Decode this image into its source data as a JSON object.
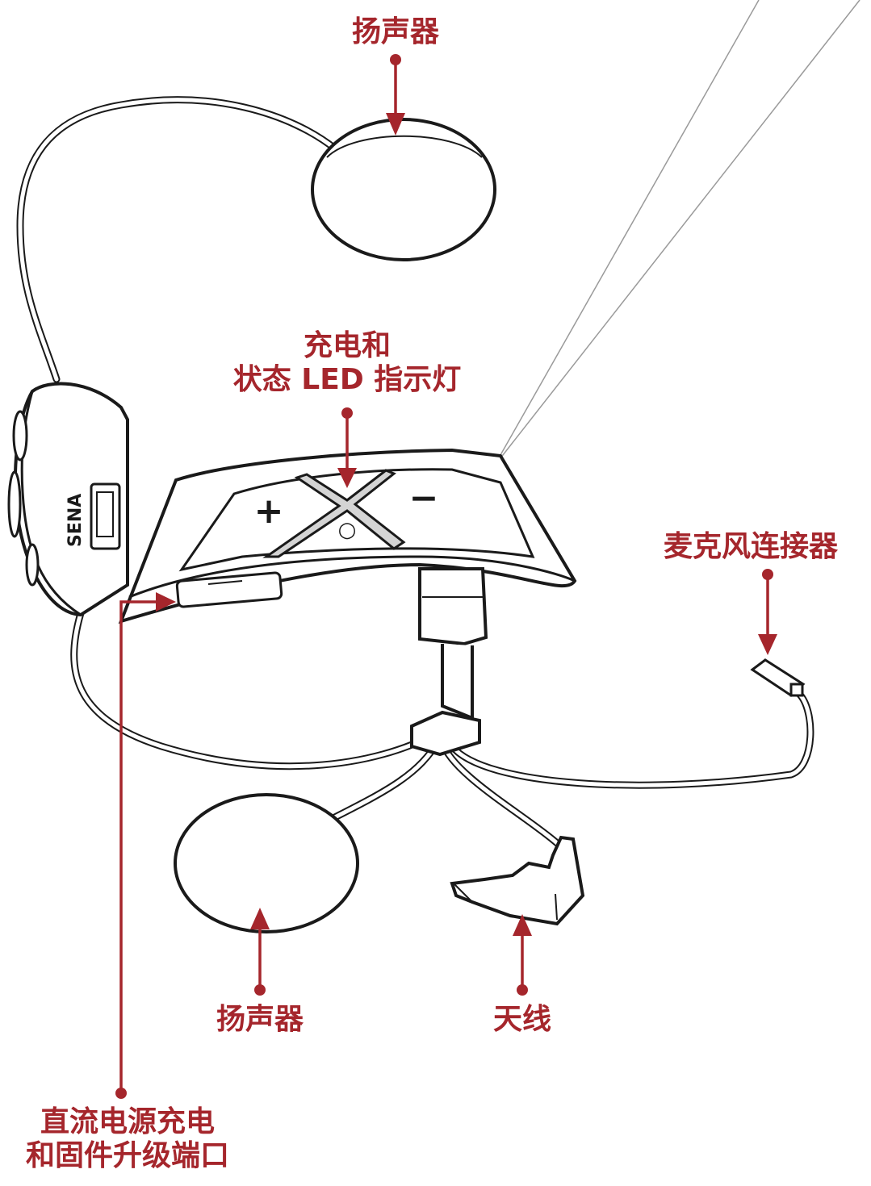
{
  "labels": {
    "speaker_top": "扬声器",
    "led_line1": "充电和",
    "led_line2": "状态 LED 指示灯",
    "mic_connector": "麦克风连接器",
    "speaker_bottom": "扬声器",
    "antenna": "天线",
    "dc_line1": "直流电源充电",
    "dc_line2": "和固件升级端口"
  },
  "device": {
    "brand": "SENA",
    "plus_symbol": "+",
    "minus_symbol": "−",
    "center_symbol": "○"
  },
  "colors": {
    "accent": "#a5262c",
    "line": "#1a1a1a",
    "button_fill": "#c9c9c9"
  }
}
